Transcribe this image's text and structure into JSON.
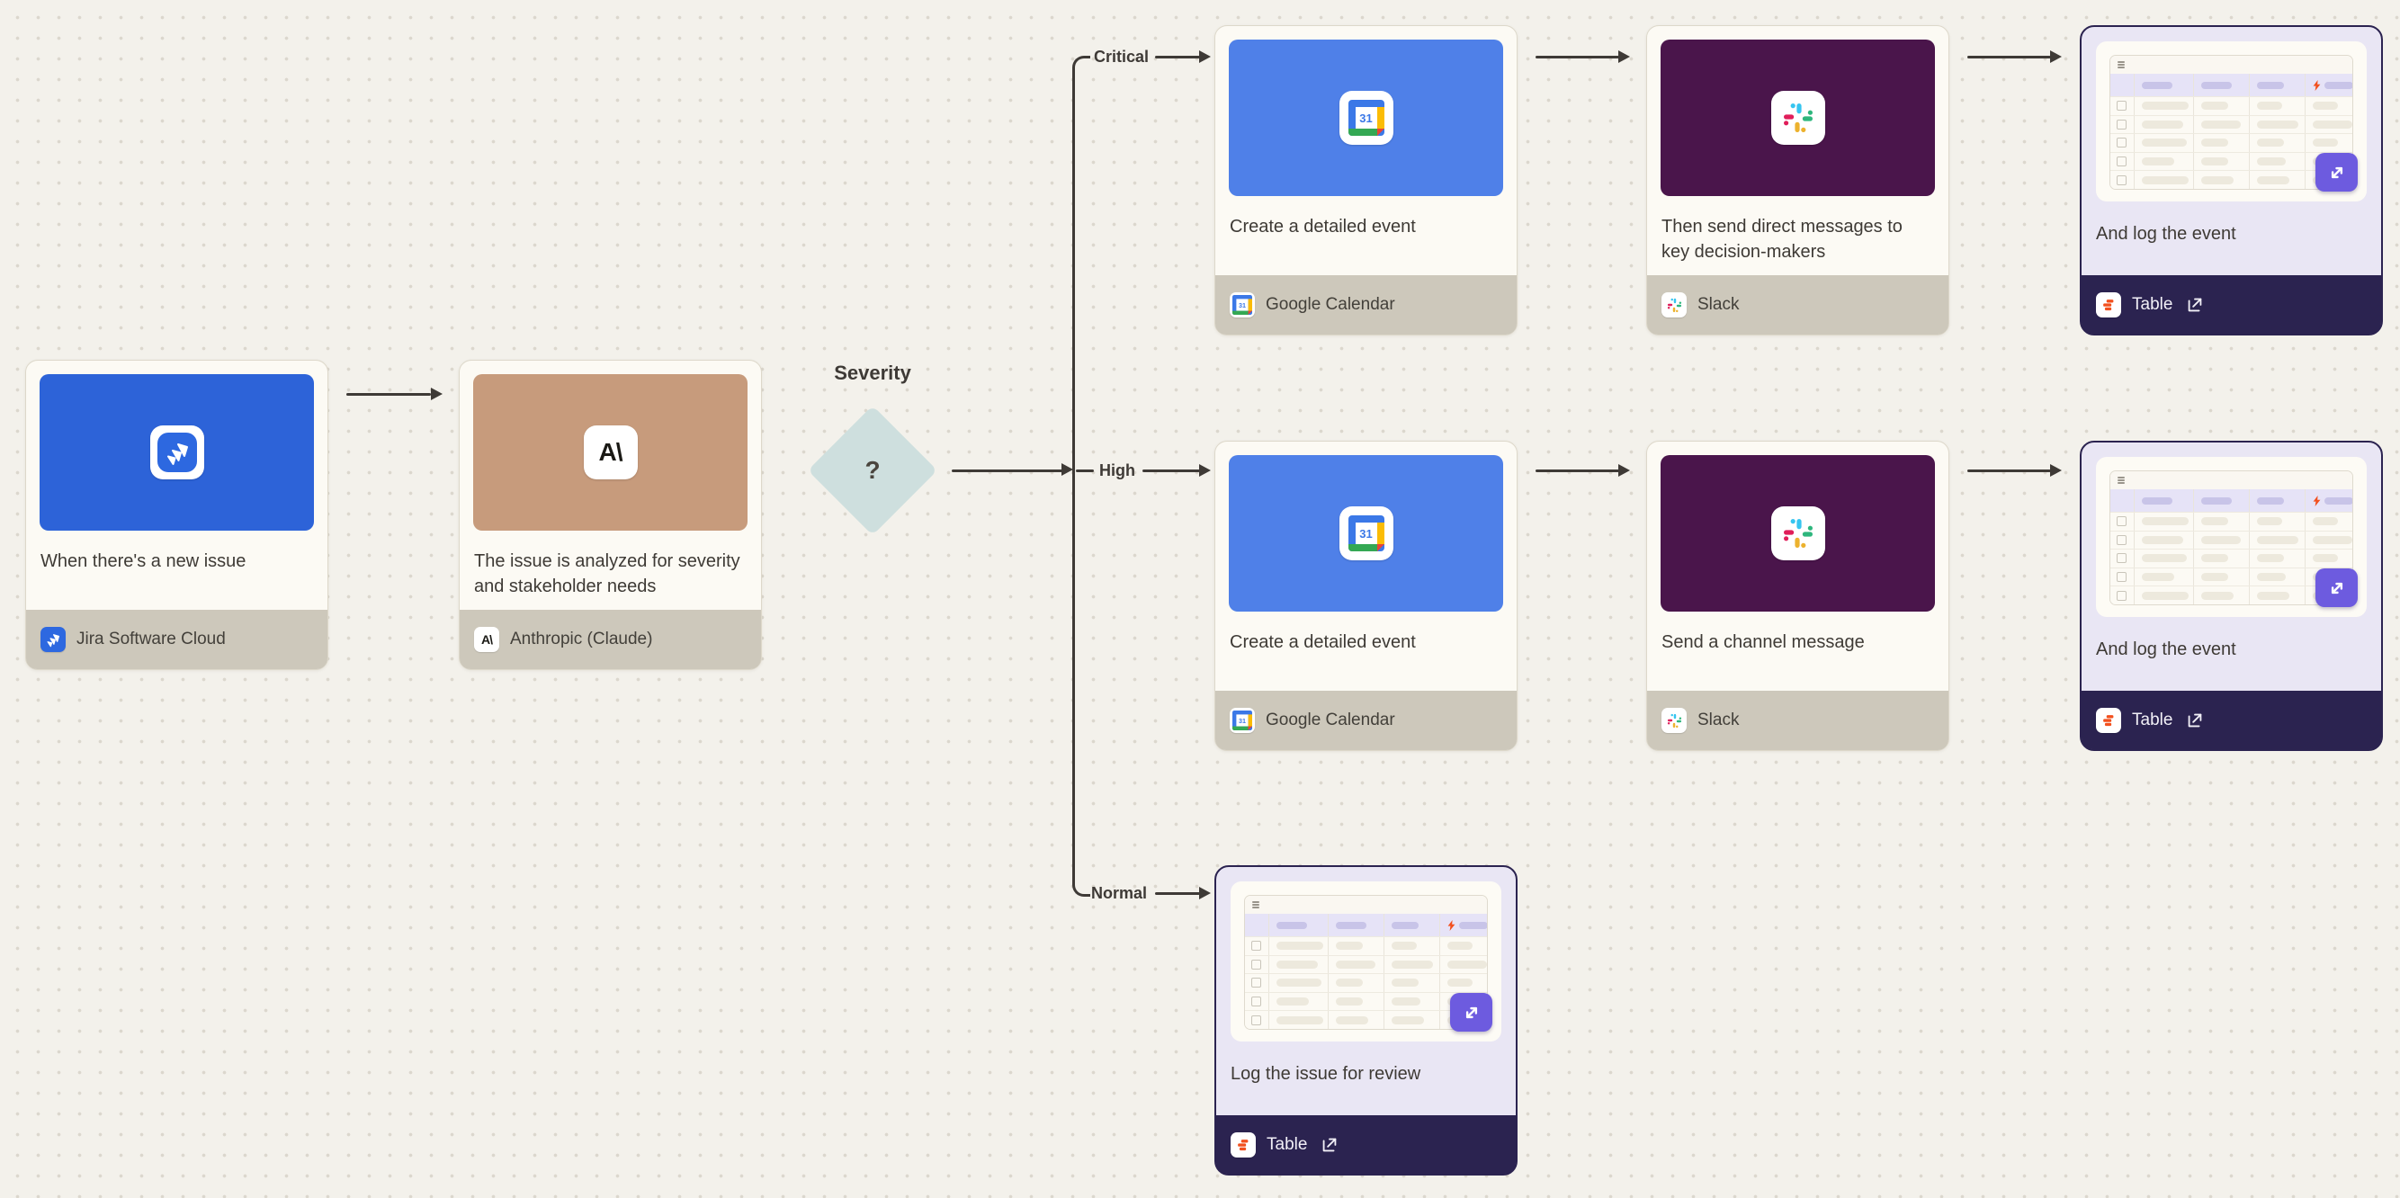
{
  "decision": {
    "label": "Severity",
    "symbol": "?"
  },
  "branches": {
    "critical": "Critical",
    "high": "High",
    "normal": "Normal"
  },
  "nodes": {
    "trigger": {
      "title": "When there's a new issue",
      "app": "Jira Software Cloud"
    },
    "analyze": {
      "title": "The issue is analyzed for severity and stakeholder needs",
      "app": "Anthropic (Claude)"
    },
    "critical_event": {
      "title": "Create a detailed event",
      "app": "Google Calendar"
    },
    "critical_dm": {
      "title": "Then send direct messages to key decision-makers",
      "app": "Slack"
    },
    "critical_log": {
      "title": "And log the event",
      "app": "Table"
    },
    "high_event": {
      "title": "Create a detailed event",
      "app": "Google Calendar"
    },
    "high_msg": {
      "title": "Send a channel message",
      "app": "Slack"
    },
    "high_log": {
      "title": "And log the event",
      "app": "Table"
    },
    "normal_log": {
      "title": "Log the issue for review",
      "app": "Table"
    }
  },
  "icons": {
    "anthropic_glyph": "A\\",
    "calendar_day": "31"
  },
  "colors": {
    "canvas": "#F3F1EB",
    "dot": "#DBD7CD",
    "line": "#3E3A36",
    "jira_blue": "#2D63D8",
    "gcal_blue": "#4F80E8",
    "slack_aubergine": "#4A154B",
    "anthropic_tan": "#C79B7C",
    "table_navy": "#2B2350",
    "table_lavender": "#E9E6F4",
    "expand_purple": "#6D5BDF",
    "table_orange": "#F2501E",
    "footer_beige": "#CDC8BB",
    "card_bg": "#FCFAF4",
    "diamond_teal": "#CEDFDE"
  }
}
